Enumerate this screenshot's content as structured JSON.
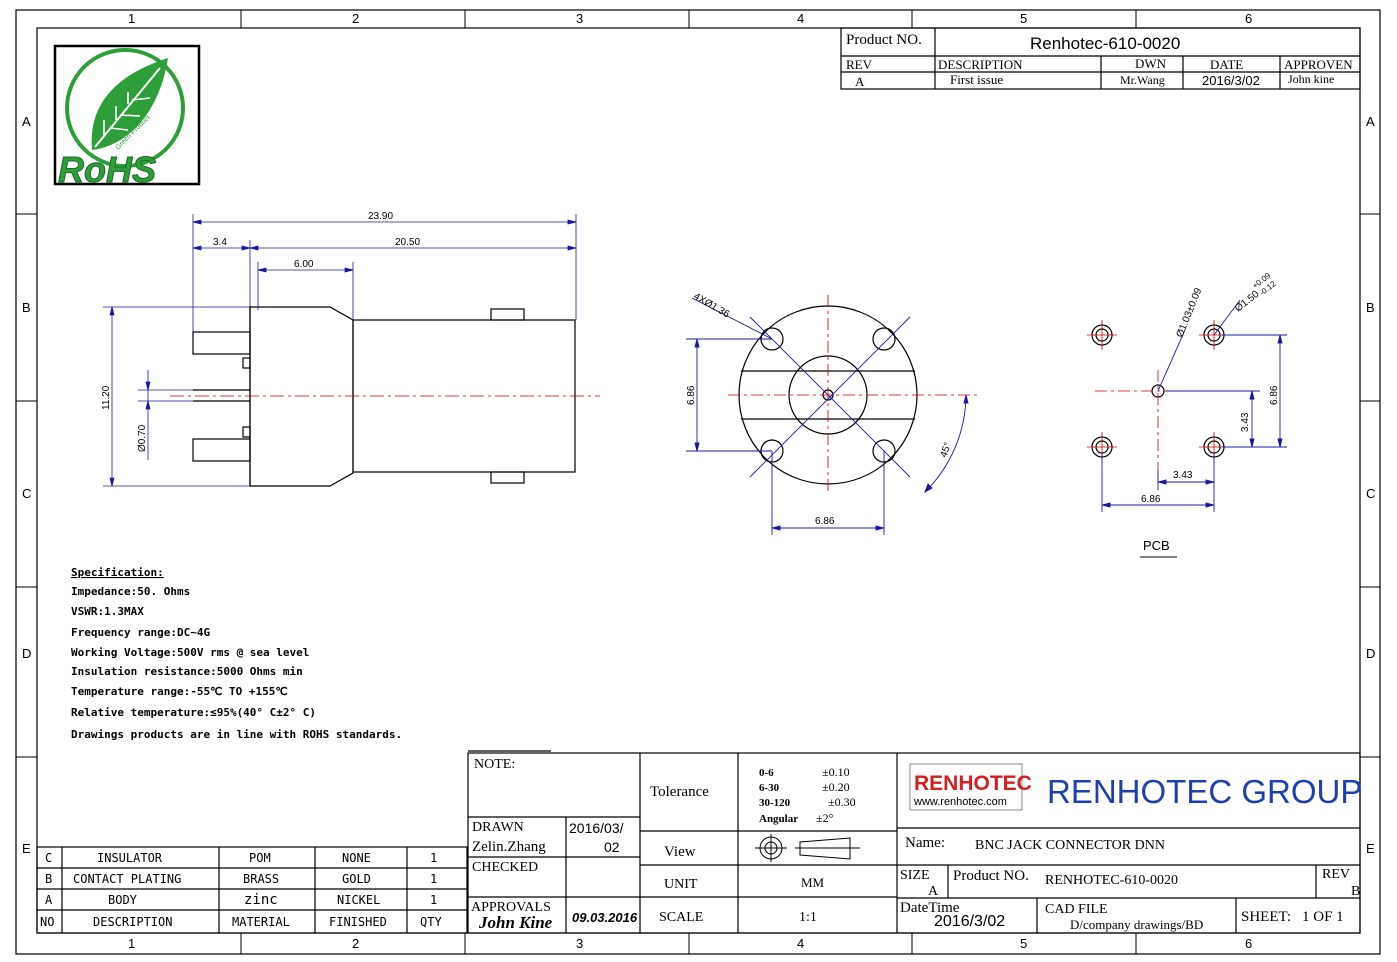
{
  "border": {
    "columns": [
      "1",
      "2",
      "3",
      "4",
      "5",
      "6"
    ],
    "rows": [
      "A",
      "B",
      "C",
      "D",
      "E"
    ]
  },
  "logo": {
    "text": "RoHS",
    "tagline": "Green Product"
  },
  "title_block_top": {
    "product_no_label": "Product NO.",
    "product_no": "Renhotec-610-0020",
    "headers": {
      "rev": "REV",
      "description": "DESCRIPTION",
      "dwn": "DWN",
      "date": "DATE",
      "approven": "APPROVEN"
    },
    "row": {
      "rev": "A",
      "description": "First issue",
      "dwn": "Mr.Wang",
      "date": "2016/3/02",
      "approven": "John kine"
    }
  },
  "side_view": {
    "dims": {
      "overall": "23.90",
      "left": "3.4",
      "body": "20.50",
      "front": "6.00",
      "height": "11.20",
      "pin": "Ø0.70"
    }
  },
  "front_view": {
    "dims": {
      "holes": "4XØ1.36",
      "height": "6.86",
      "width": "6.86",
      "angle": "45°"
    }
  },
  "pcb_view": {
    "title": "PCB",
    "dims": {
      "center_hole": "Ø1.03±0.09",
      "holes": "Ø1.50",
      "tol_plus": "+0.09",
      "tol_minus": "-0.12",
      "height": "6.86",
      "half_h": "3.43",
      "half_w": "3.43",
      "width": "6.86"
    }
  },
  "specification": {
    "title": "Specification:",
    "lines": [
      "Impedance:50. Ohms",
      "VSWR:1.3MAX",
      "Frequency range:DC~4G",
      "Working Voltage:500V rms @ sea level",
      "Insulation resistance:5000 Ohms min",
      "Temperature range:-55℃ TO +155℃",
      "Relative temperature:≤95%(40° C±2° C)",
      "Drawings products are in line with ROHS standards."
    ]
  },
  "bom": {
    "header": {
      "no": "NO",
      "description": "DESCRIPTION",
      "material": "MATERIAL",
      "finished": "FINISHED",
      "qty": "QTY"
    },
    "rows": [
      {
        "no": "C",
        "description": "INSULATOR",
        "material": "POM",
        "finished": "NONE",
        "qty": "1"
      },
      {
        "no": "B",
        "description": "CONTACT PLATING",
        "material": "BRASS",
        "finished": "GOLD",
        "qty": "1"
      },
      {
        "no": "A",
        "description": "BODY",
        "material": "zinc",
        "finished": "NICKEL",
        "qty": "1"
      }
    ]
  },
  "title_block": {
    "note_label": "NOTE:",
    "drawn_label": "DRAWN",
    "drawn_name": "Zelin.Zhang",
    "drawn_date_1": "2016/03/",
    "drawn_date_2": "02",
    "checked_label": "CHECKED",
    "approvals_label": "APPROVALS",
    "approvals_signature": "John Kine",
    "approvals_date": "09.03.2016",
    "tolerance_label": "Tolerance",
    "tolerance_rows": [
      {
        "range": "0-6",
        "value": "±0.10"
      },
      {
        "range": "6-30",
        "value": "±0.20"
      },
      {
        "range": "30-120",
        "value": "±0.30"
      },
      {
        "range": "Angular",
        "value": "±2°"
      }
    ],
    "view_label": "View",
    "unit_label": "UNIT",
    "unit_value": "MM",
    "scale_label": "SCALE",
    "scale_value": "1:1",
    "company_logo": "RENHOTEC",
    "company_url": "www.renhotec.com",
    "company_name": "RENHOTEC GROUP",
    "name_label": "Name:",
    "name_value": "BNC JACK CONNECTOR DNN",
    "size_label": "SIZE",
    "size_value": "A",
    "product_no_label": "Product NO.",
    "product_no_value": "RENHOTEC-610-0020",
    "rev_label": "REV",
    "rev_value": "B",
    "datetime_label": "DateTime",
    "datetime_value": "2016/3/02",
    "cad_label": "CAD FILE",
    "cad_value": "D/company drawings/BD",
    "sheet_label": "SHEET:",
    "sheet_value": "1 OF 1"
  },
  "colors": {
    "dimension": "#1a1aa0",
    "centerline": "#cc0000",
    "logo_green": "#2e9e3a",
    "brand_red": "#d21f1f",
    "brand_blue": "#1f3fb0"
  }
}
